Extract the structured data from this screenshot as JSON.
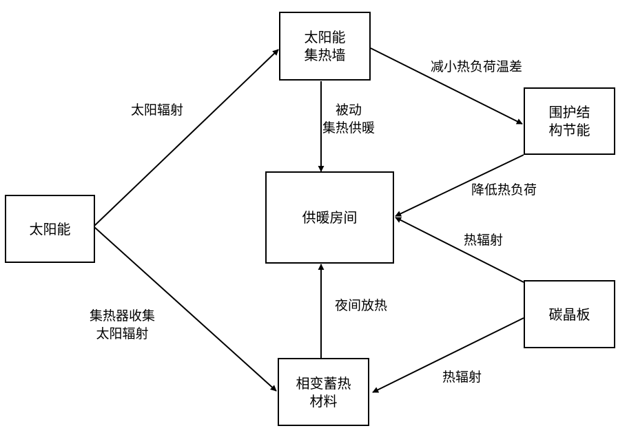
{
  "nodes": {
    "solar": "太阳能",
    "solar_wall": "太阳能\n集热墙",
    "envelope": "围护结\n构节能",
    "room": "供暖房间",
    "carbon": "碳晶板",
    "pcm": "相变蓄热\n材料"
  },
  "edges": {
    "solar_to_wall": "太阳辐射",
    "wall_to_envelope": "减小热负荷温差",
    "wall_to_room": "被动\n集热供暖",
    "envelope_to_room": "降低热负荷",
    "carbon_to_room": "热辐射",
    "solar_to_pcm": "集热器收集\n太阳辐射",
    "pcm_to_room": "夜间放热",
    "carbon_to_pcm": "热辐射"
  }
}
